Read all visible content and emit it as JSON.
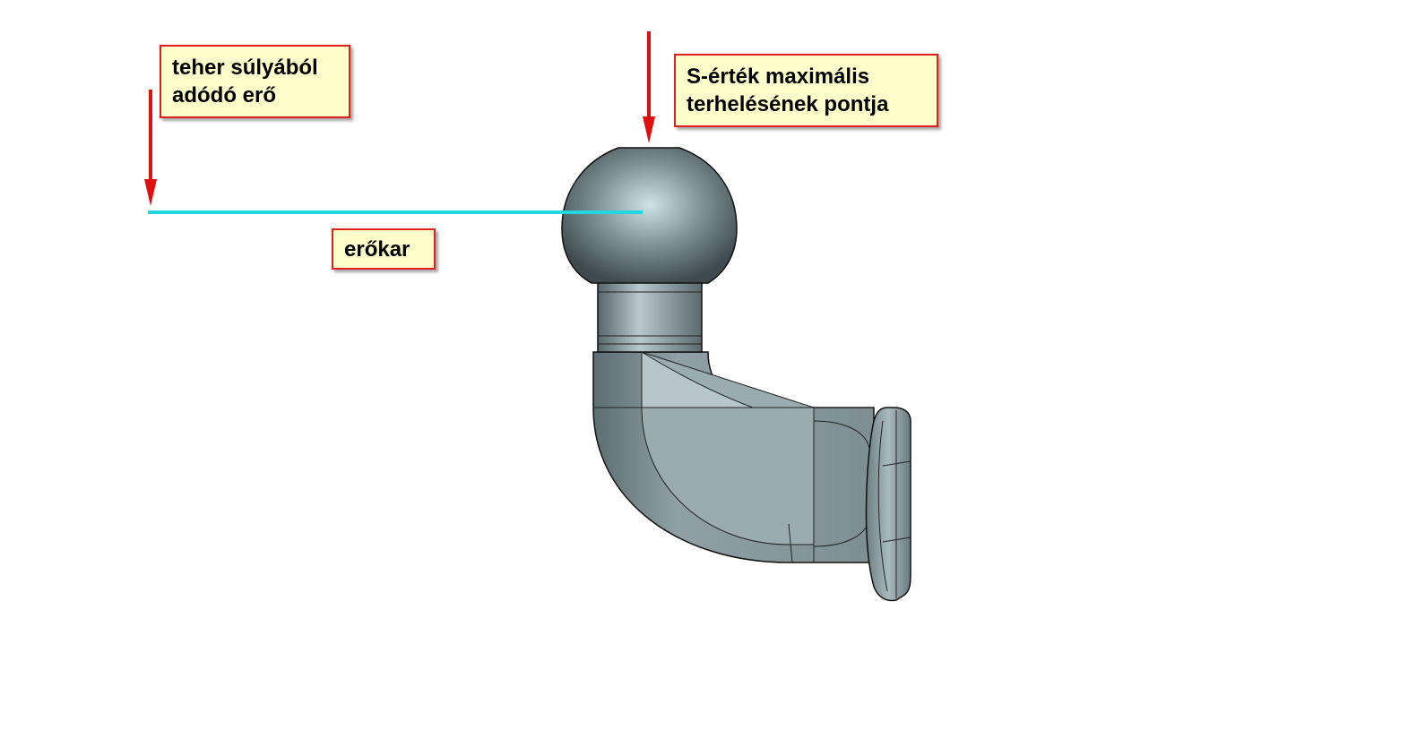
{
  "labels": {
    "load_force": [
      "teher súlyából",
      "adódó erő"
    ],
    "s_value_point": [
      "S-érték maximális",
      "terhelésének pontja"
    ],
    "lever_arm": "erőkar"
  },
  "colors": {
    "arrow": "#e01010",
    "lever_line": "#22d8e0",
    "label_bg": "#ffffcc",
    "label_border": "#e02020",
    "metal": "#8a9ca0"
  }
}
